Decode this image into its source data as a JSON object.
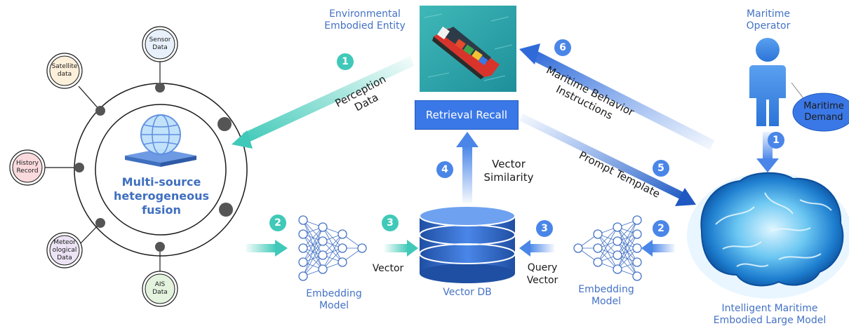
{
  "colors": {
    "teal": "#40c9b8",
    "blue": "#4a86e8",
    "dark_blue": "#1e58c0",
    "label_blue": "#4472c4",
    "source_satellite": "#fdf0db",
    "source_sensor": "#e8f1fb",
    "source_history": "#fadadd",
    "source_meteor": "#ece3f5",
    "source_ais": "#e3f3dd"
  },
  "sources": {
    "sensor": "Sensor\nData",
    "satellite": "Satellite\ndata",
    "history": "History\nRecord",
    "meteor": "Meteor\nological\nData",
    "ais": "AIS\nData"
  },
  "fusion": {
    "label": "Multi-source heterogeneous fusion",
    "icon": "globe-icon"
  },
  "entity": {
    "label_line1": "Environmental",
    "label_line2": "Embodied Entity",
    "icon": "ship-icon"
  },
  "operator": {
    "label_line1": "Maritime",
    "label_line2": "Operator",
    "demand_line1": "Maritime",
    "demand_line2": "Demand",
    "icon": "person-icon"
  },
  "arrows": {
    "perception_line1": "Perception",
    "perception_line2": "Data",
    "behavior_line1": "Maritime Behavior",
    "behavior_line2": "Instructions",
    "prompt": "Prompt Template",
    "similarity_line1": "Vector",
    "similarity_line2": "Similarity",
    "vector_left": "Vector",
    "query_line1": "Query",
    "query_line2": "Vector"
  },
  "steps": {
    "s1_left": "1",
    "s1_right": "1",
    "s2_left": "2",
    "s2_right": "2",
    "s3_left": "3",
    "s3_right": "3",
    "s4": "4",
    "s5": "5",
    "s6": "6"
  },
  "retrieval": {
    "label": "Retrieval Recall"
  },
  "vector_db": {
    "label": "Vector DB",
    "icon": "database-icon"
  },
  "embed_left": {
    "line1": "Embedding",
    "line2": "Model",
    "icon": "neural-network-icon"
  },
  "embed_right": {
    "line1": "Embedding",
    "line2": "Model",
    "icon": "neural-network-icon"
  },
  "brain": {
    "label_line1": "Intelligent Maritime",
    "label_line2": "Embodied Large Model",
    "icon": "brain-icon"
  }
}
